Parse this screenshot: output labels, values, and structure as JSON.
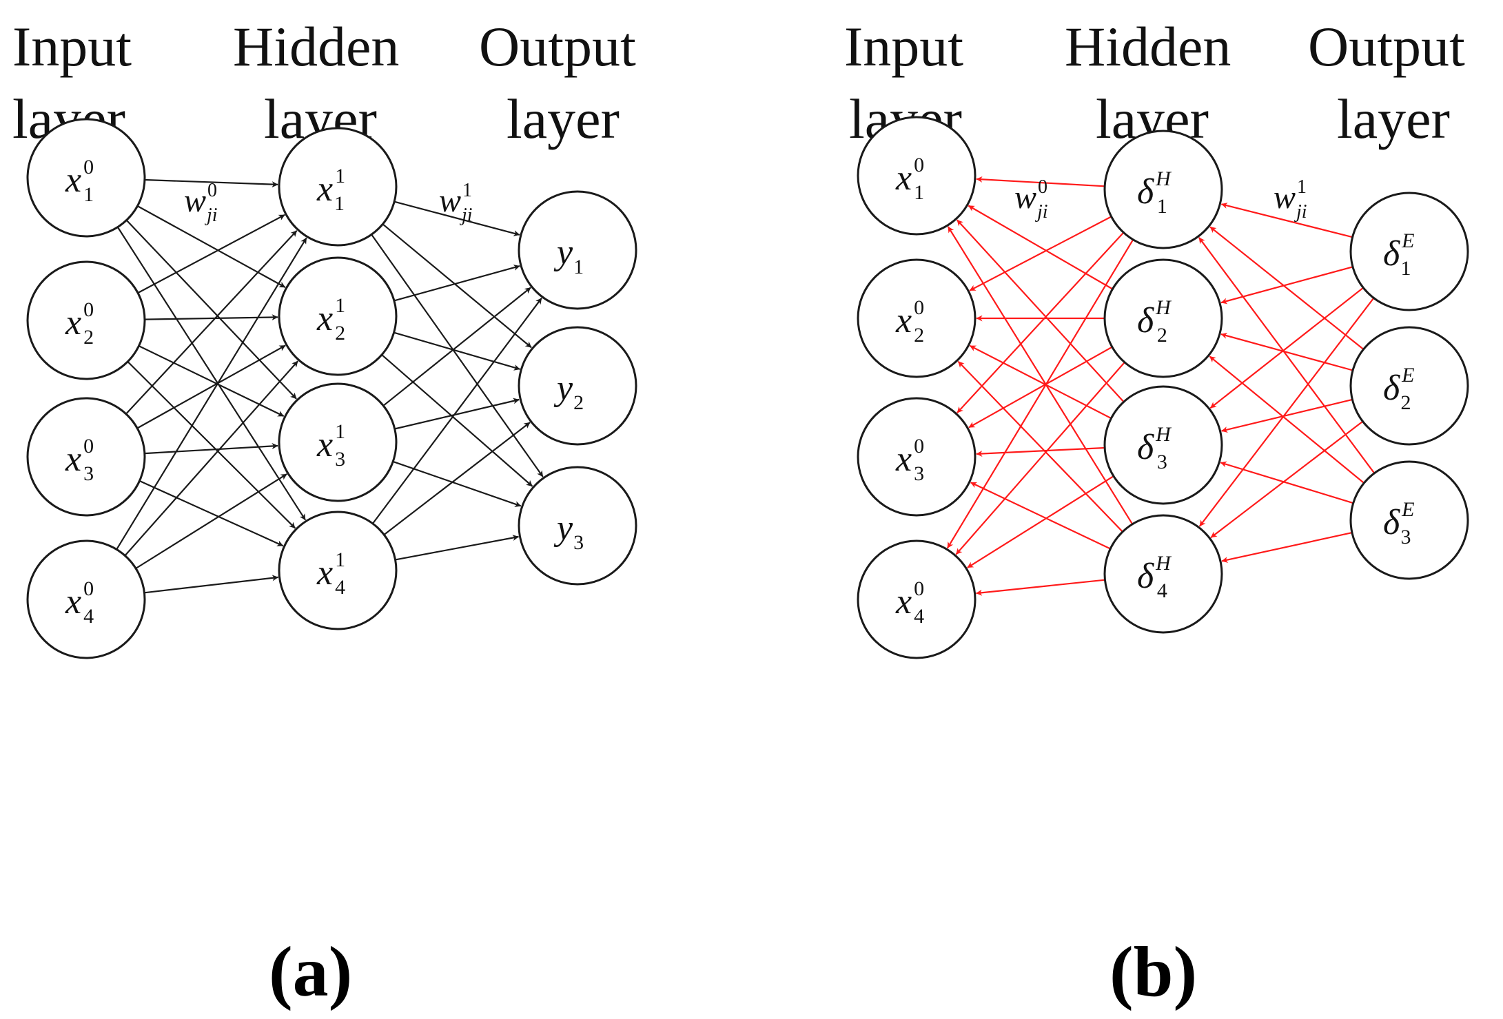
{
  "colors": {
    "forward_edge": "#1a1a1a",
    "backward_edge": "#ff1a1a",
    "node_stroke": "#1a1a1a"
  },
  "panel_a": {
    "caption": "(a)",
    "titles": [
      {
        "line1": "Input",
        "line2": "layer"
      },
      {
        "line1": "Hidden",
        "line2": "layer"
      },
      {
        "line1": "Output",
        "line2": "layer"
      }
    ],
    "weights": [
      {
        "base": "w",
        "sup": "0",
        "sub": "ji"
      },
      {
        "base": "w",
        "sup": "1",
        "sub": "ji"
      }
    ],
    "input_nodes": [
      {
        "base": "x",
        "sup": "0",
        "sub": "1"
      },
      {
        "base": "x",
        "sup": "0",
        "sub": "2"
      },
      {
        "base": "x",
        "sup": "0",
        "sub": "3"
      },
      {
        "base": "x",
        "sup": "0",
        "sub": "4"
      }
    ],
    "hidden_nodes": [
      {
        "base": "x",
        "sup": "1",
        "sub": "1"
      },
      {
        "base": "x",
        "sup": "1",
        "sub": "2"
      },
      {
        "base": "x",
        "sup": "1",
        "sub": "3"
      },
      {
        "base": "x",
        "sup": "1",
        "sub": "4"
      }
    ],
    "output_nodes": [
      {
        "base": "y",
        "sup": "",
        "sub": "1"
      },
      {
        "base": "y",
        "sup": "",
        "sub": "2"
      },
      {
        "base": "y",
        "sup": "",
        "sub": "3"
      }
    ]
  },
  "panel_b": {
    "caption": "(b)",
    "titles": [
      {
        "line1": "Input",
        "line2": "layer"
      },
      {
        "line1": "Hidden",
        "line2": "layer"
      },
      {
        "line1": "Output",
        "line2": "layer"
      }
    ],
    "weights": [
      {
        "base": "w",
        "sup": "0",
        "sub": "ji"
      },
      {
        "base": "w",
        "sup": "1",
        "sub": "ji"
      }
    ],
    "input_nodes": [
      {
        "base": "x",
        "sup": "0",
        "sub": "1"
      },
      {
        "base": "x",
        "sup": "0",
        "sub": "2"
      },
      {
        "base": "x",
        "sup": "0",
        "sub": "3"
      },
      {
        "base": "x",
        "sup": "0",
        "sub": "4"
      }
    ],
    "hidden_nodes": [
      {
        "base": "δ",
        "sup": "H",
        "sub": "1"
      },
      {
        "base": "δ",
        "sup": "H",
        "sub": "2"
      },
      {
        "base": "δ",
        "sup": "H",
        "sub": "3"
      },
      {
        "base": "δ",
        "sup": "H",
        "sub": "4"
      }
    ],
    "output_nodes": [
      {
        "base": "δ",
        "sup": "E",
        "sub": "1"
      },
      {
        "base": "δ",
        "sup": "E",
        "sub": "2"
      },
      {
        "base": "δ",
        "sup": "E",
        "sub": "3"
      }
    ]
  }
}
